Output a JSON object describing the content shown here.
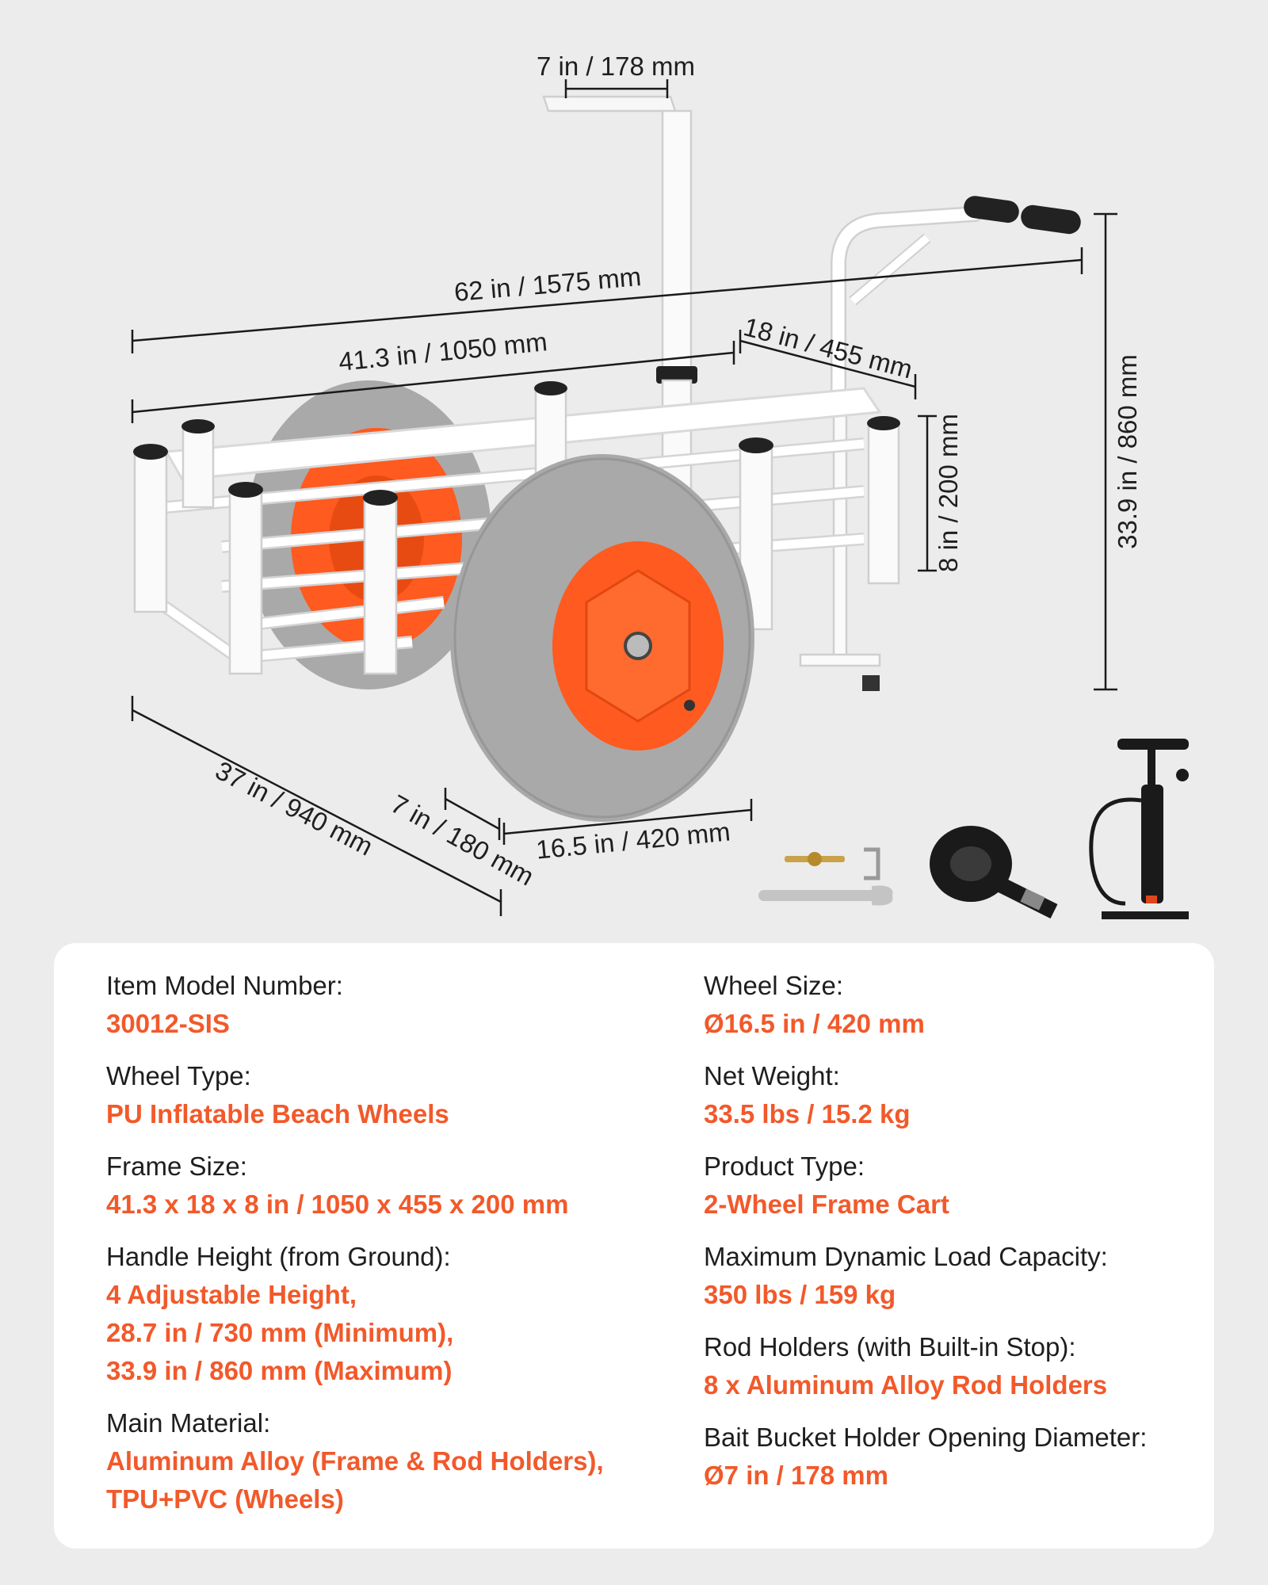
{
  "dimensions": {
    "bucket_holder_opening": "7 in / 178 mm",
    "overall_length": "62 in / 1575 mm",
    "frame_length": "41.3 in / 1050 mm",
    "frame_width": "18 in / 455 mm",
    "frame_depth": "8 in / 200 mm",
    "handle_height": "33.9 in / 860 mm",
    "overall_width": "37 in / 940 mm",
    "tire_width": "7 in / 180 mm",
    "wheel_diameter": "16.5 in / 420 mm"
  },
  "accessories": [
    "wrench-tools",
    "strap",
    "hand-pump"
  ],
  "colors": {
    "accent": "#f2592a",
    "wheel_tire": "#a9a9a9",
    "wheel_rim": "#ff5a1f",
    "frame": "#ffffff"
  },
  "specs": {
    "left": [
      {
        "label": "Item Model Number:",
        "value": "30012-SIS"
      },
      {
        "label": "Wheel Type:",
        "value": "PU Inflatable Beach Wheels"
      },
      {
        "label": "Frame Size:",
        "value": "41.3 x 18 x 8 in / 1050 x 455 x 200 mm"
      },
      {
        "label": "Handle Height (from Ground):",
        "value": "4 Adjustable Height,",
        "value2": "28.7 in / 730 mm (Minimum),",
        "value3": "33.9 in / 860 mm (Maximum)"
      },
      {
        "label": "Main Material:",
        "value": "Aluminum Alloy (Frame & Rod Holders),",
        "value2": "TPU+PVC (Wheels)"
      }
    ],
    "right": [
      {
        "label": "Wheel Size:",
        "value": "Ø16.5 in / 420 mm"
      },
      {
        "label": "Net Weight:",
        "value": "33.5 lbs / 15.2 kg"
      },
      {
        "label": "Product Type:",
        "value": "2-Wheel Frame Cart"
      },
      {
        "label": "Maximum Dynamic Load Capacity:",
        "value": "350 lbs / 159 kg"
      },
      {
        "label": "Rod Holders  (with Built-in Stop):",
        "value": "8 x Aluminum Alloy Rod Holders"
      },
      {
        "label": "Bait Bucket Holder Opening Diameter:",
        "value": "Ø7 in / 178 mm"
      }
    ]
  }
}
